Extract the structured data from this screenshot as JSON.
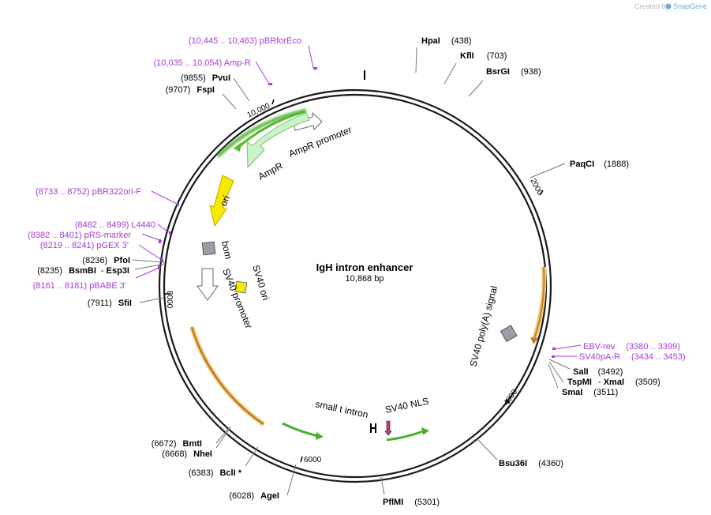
{
  "brand": {
    "prefix": "Created by",
    "name": "SnapGene"
  },
  "plasmid": {
    "name": "IgH intron enhancer",
    "size": "10,868 bp"
  },
  "ticks": {
    "t2000": "2000",
    "t4000": "4000",
    "t6000": "6000",
    "t8000": "8000",
    "t10000": "10,000"
  },
  "sites": {
    "hpai": {
      "name": "HpaI",
      "pos": "(438)"
    },
    "kfli": {
      "name": "KflI",
      "pos": "(703)"
    },
    "bsrgi": {
      "name": "BsrGI",
      "pos": "(938)"
    },
    "paqci": {
      "name": "PaqCI",
      "pos": "(1888)"
    },
    "sali": {
      "name": "SalI",
      "pos": "(3492)"
    },
    "tspmi": {
      "name": "TspMI",
      "sep": "- ",
      "alt": "XmaI",
      "pos": "(3509)"
    },
    "smai": {
      "name": "SmaI",
      "pos": "(3511)"
    },
    "bsu36i": {
      "name": "Bsu36I",
      "pos": "(4360)"
    },
    "pflmi": {
      "name": "PflMI",
      "pos": "(5301)"
    },
    "agei": {
      "name": "AgeI",
      "pos": "(6028)"
    },
    "bcli": {
      "name": "BclI *",
      "pos": "(6383)"
    },
    "nhei": {
      "name": "NheI",
      "pos": "(6668)"
    },
    "bmti": {
      "name": "BmtI",
      "pos": "(6672)"
    },
    "sfii": {
      "name": "SfiI",
      "pos": "(7911)"
    },
    "bsmbi": {
      "name": "BsmBI",
      "sep": "- ",
      "alt": "Esp3I",
      "pos": "(8235)"
    },
    "pfoi": {
      "name": "PfoI",
      "pos": "(8236)"
    },
    "fspi": {
      "name": "FspI",
      "pos": "(9707)"
    },
    "pvui": {
      "name": "PvuI",
      "pos": "(9855)"
    }
  },
  "primers": {
    "pbrforeco": "(10,445 .. 10,463)  pBRforEco",
    "ampr": "(10,035 .. 10,054)  Amp-R",
    "pbr322": "(8733 .. 8752)  pBR322ori-F",
    "l4440": "(8482 .. 8499)  L4440",
    "prs": "(8382 .. 8401)  pRS-marker",
    "pgex": "(8219 .. 8241)  pGEX 3'",
    "pbabe": "(8161 .. 8181)  pBABE 3'",
    "ebvrev": {
      "name": "EBV-rev",
      "pos": "(3380 .. 3399)"
    },
    "sv40par": {
      "name": "SV40pA-R",
      "pos": "(3434 .. 3453)"
    }
  },
  "features": {
    "ampr": "AmpR",
    "ampr_promoter": "AmpR promoter",
    "ori": "ori",
    "bom": "bom",
    "sv40_ori": "SV40 ori",
    "sv40_promoter": "SV40 promoter",
    "sv40_polya": "SV40 poly(A) signal",
    "small_t_intron": "small t intron",
    "sv40_nls": "SV40 NLS"
  },
  "colors": {
    "backbone": "#1a1a1a",
    "primer": "#a83cd8",
    "green_fill": "#c8f5c8",
    "green_arrow": "#4caf2a",
    "orange": "#e9a33a",
    "ori_yellow": "#f2e600",
    "gray_box": "#9a9ea6"
  }
}
